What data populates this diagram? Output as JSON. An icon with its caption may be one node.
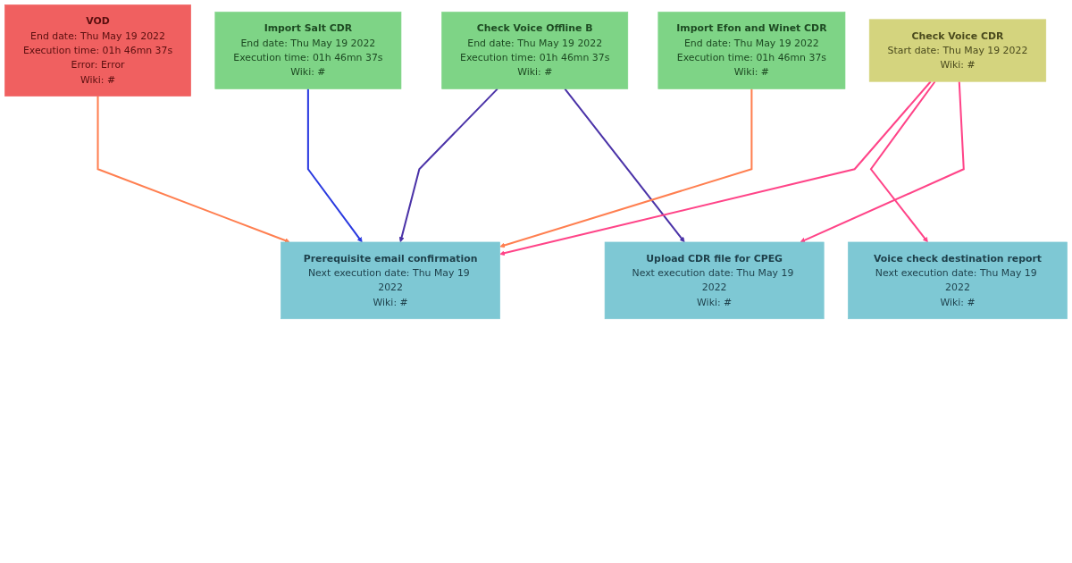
{
  "diagram": {
    "nodes": [
      {
        "text": [
          "Import Efon and Winet CDR",
          "End date: Thu May 19 2022",
          "Execution time: 01h 46mn 37s",
          "Wiki: #"
        ]
      },
      {
        "text": [
          "Import Salt CDR",
          "End date: Thu May 19 2022",
          "Execution time: 01h 46mn 37s",
          "Wiki: #"
        ]
      },
      {
        "text": [
          "Check Voice CDR",
          "Start date: Thu May 19 2022",
          "Wiki: #"
        ]
      },
      {
        "text": [
          "Check Voice Offline B",
          "End date: Thu May 19 2022",
          "Execution time: 01h 46mn 37s",
          "Wiki: #"
        ]
      },
      {
        "text": [
          "VOD",
          "End date: Thu May 19 2022",
          "Execution time: 01h 46mn 37s",
          "Error: Error",
          "Wiki: #"
        ]
      },
      {
        "text": [
          "Upload CDR file for CPEG",
          "Next execution date: Thu May 19 2022",
          "Wiki: #"
        ]
      },
      {
        "text": [
          "Voice check destination report",
          "Next execution date: Thu May 19 2022",
          "Wiki: #"
        ]
      },
      {
        "text": [
          "Prerequisite email confirmation",
          "Next execution date: Thu May 19 2022",
          "Wiki: #"
        ]
      }
    ],
    "edges": [
      {
        "from": 3,
        "to": 5,
        "arrow": "to",
        "color": "#4b33a8"
      },
      {
        "from": 2,
        "to": 5,
        "arrow": "to",
        "color": "#ff4488"
      },
      {
        "from": 2,
        "to": 6,
        "arrow": "to",
        "color": "#ff4488"
      },
      {
        "from": 0,
        "to": 7,
        "arrow": "to",
        "color": "#ff7f50"
      },
      {
        "from": 1,
        "to": 7,
        "arrow": "to",
        "color": "#2a3ae0"
      },
      {
        "from": 2,
        "to": 7,
        "arrow": "to",
        "color": "#ff4488"
      },
      {
        "from": 3,
        "to": 7,
        "arrow": "to",
        "color": "#4b33a8"
      },
      {
        "from": 4,
        "to": 7,
        "arrow": "to",
        "color": "#ff7f50"
      }
    ]
  }
}
